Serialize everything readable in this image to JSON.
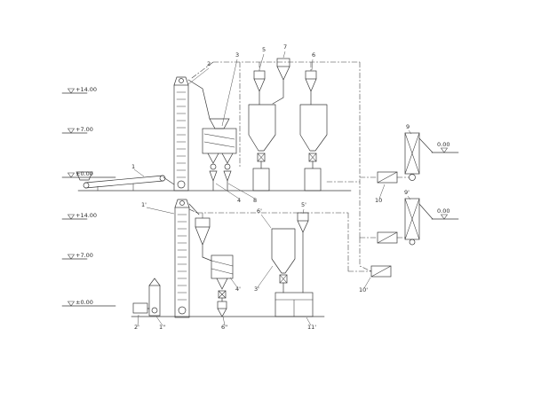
{
  "diagram": {
    "type": "process-flow-diagram",
    "background": "#ffffff",
    "line_color": "#3a3a3a",
    "elev": {
      "lt1": "+14.00",
      "lt2": "+7.00",
      "lt3": "±0.00",
      "lb1": "+14.00",
      "lb2": "+7.00",
      "lb3": "±0.00",
      "rt1": "0.00",
      "rt2": "0.00"
    },
    "tags": {
      "t1": "1",
      "t2": "2",
      "t3": "3",
      "t4": "4",
      "t5": "5",
      "t6": "6",
      "t7": "7",
      "t8": "8",
      "t9": "9",
      "t9p": "9'",
      "t10": "10",
      "t10p": "10'",
      "t1p": "1'",
      "t1pp": "1''",
      "t2p": "2'",
      "t3p": "3'",
      "t4p": "4'",
      "t5p": "5'",
      "t6p": "6'",
      "t6pp": "6''",
      "t11p": "11'"
    }
  }
}
